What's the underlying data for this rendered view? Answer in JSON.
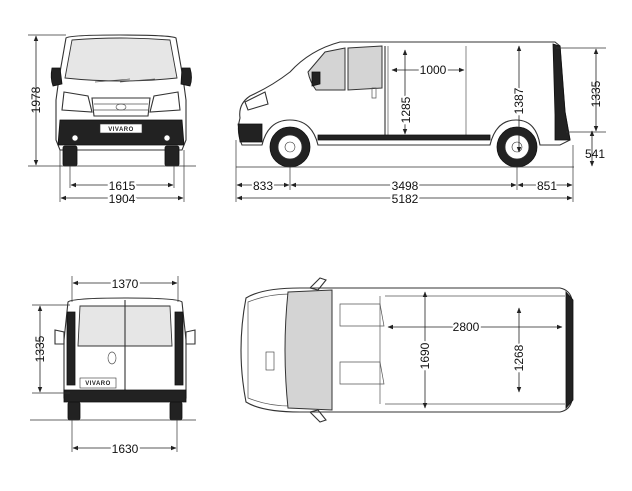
{
  "views": {
    "front": {
      "height": "1978",
      "track": "1615",
      "width": "1904",
      "badge": "VIVARO"
    },
    "side": {
      "load_length": "1000",
      "load_height": "1285",
      "door_height": "1387",
      "roof_height": "1335",
      "ground_clearance": "541",
      "front_overhang": "833",
      "wheelbase": "3498",
      "rear_overhang": "851",
      "overall_length": "5182"
    },
    "rear": {
      "door_width": "1370",
      "door_height": "1335",
      "track": "1630",
      "badge": "VIVARO"
    },
    "top": {
      "load_length": "2800",
      "load_width": "1690",
      "width_between_arches": "1268"
    }
  }
}
